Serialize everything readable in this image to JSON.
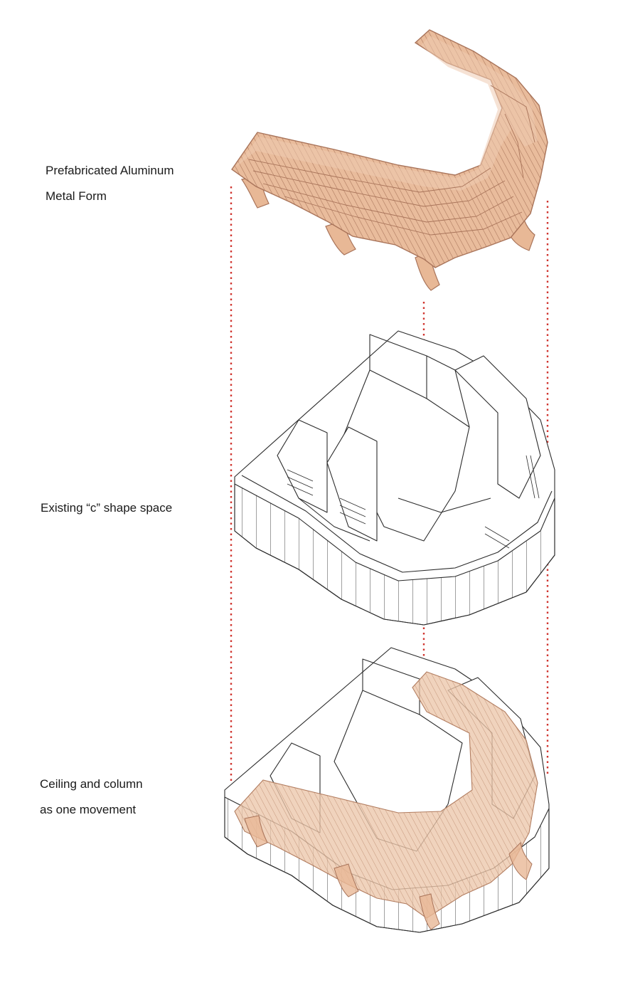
{
  "labels": {
    "metal_form": [
      "Prefabricated Aluminum",
      "Metal Form"
    ],
    "existing_space": [
      "Existing “c” shape space"
    ],
    "combined": [
      "Ceiling and column",
      "as one movement"
    ]
  },
  "colors": {
    "metal": "#e8b896",
    "metal_edge": "#a9745a",
    "line": "#2b2b2b",
    "guide": "#d0352f",
    "background": "#ffffff"
  }
}
